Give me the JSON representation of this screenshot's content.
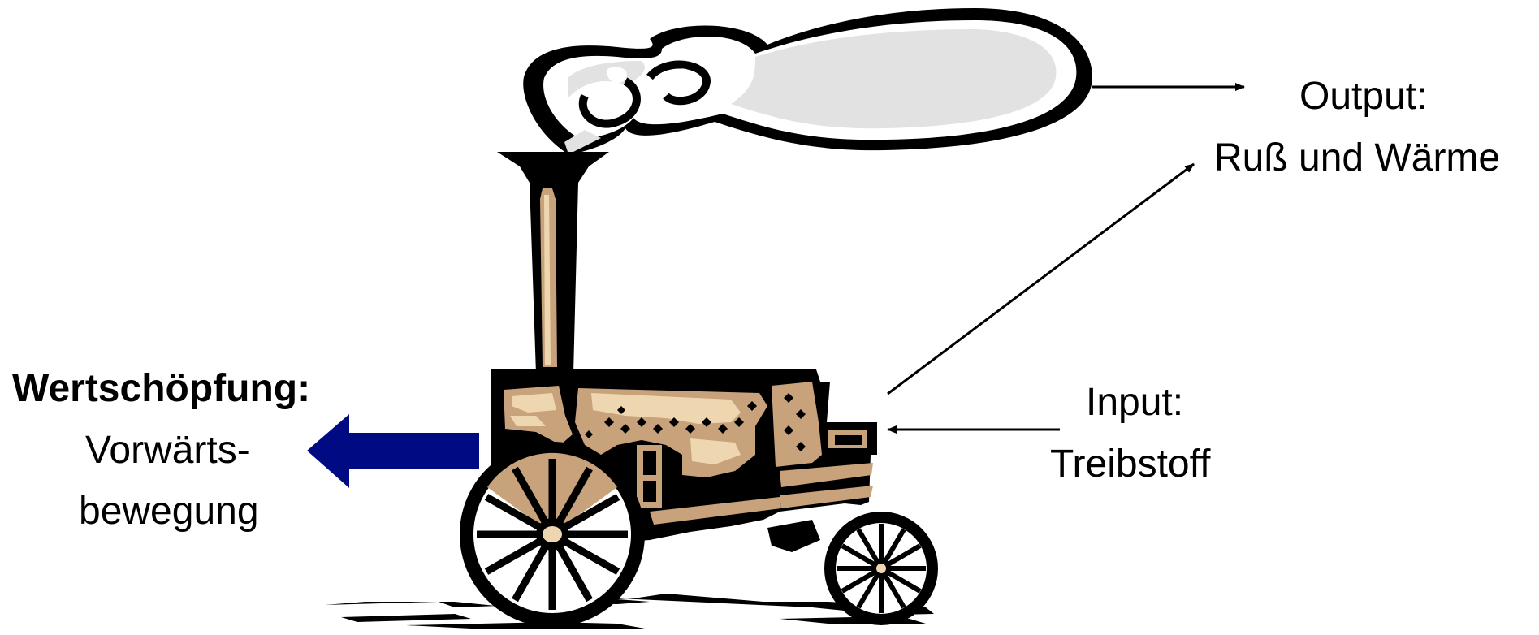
{
  "output": {
    "title": "Output:",
    "text": "Ruß und Wärme"
  },
  "input": {
    "title": "Input:",
    "text": "Treibstoff"
  },
  "value_creation": {
    "title": "Wertschöpfung:",
    "line1": "Vorwärts-",
    "line2": "bewegung"
  },
  "colors": {
    "ink": "#000000",
    "brass": "#C8A27A",
    "brass_light": "#EED7B0",
    "smoke": "#E2E2E2",
    "motion_arrow": "#000A82"
  },
  "icons": {
    "vehicle": "steam-traction-engine-icon",
    "motion": "left-arrow-icon"
  }
}
